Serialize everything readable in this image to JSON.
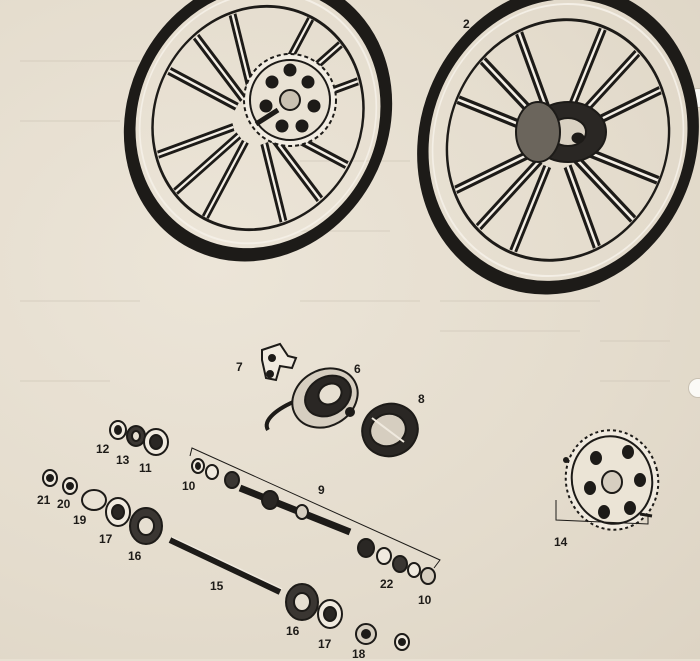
{
  "diagram": {
    "part_numbers": {
      "p2": "2",
      "p6": "6",
      "p7": "7",
      "p8": "8",
      "p9": "9",
      "p10a": "10",
      "p10b": "10",
      "p11": "11",
      "p12": "12",
      "p13": "13",
      "p14": "14",
      "p15": "15",
      "p16a": "16",
      "p16b": "16",
      "p17a": "17",
      "p17b": "17",
      "p18": "18",
      "p19": "19",
      "p20": "20",
      "p21": "21",
      "p22": "22"
    }
  },
  "colors": {
    "paper": "#e8e0d2",
    "ink": "#1d1b18"
  }
}
